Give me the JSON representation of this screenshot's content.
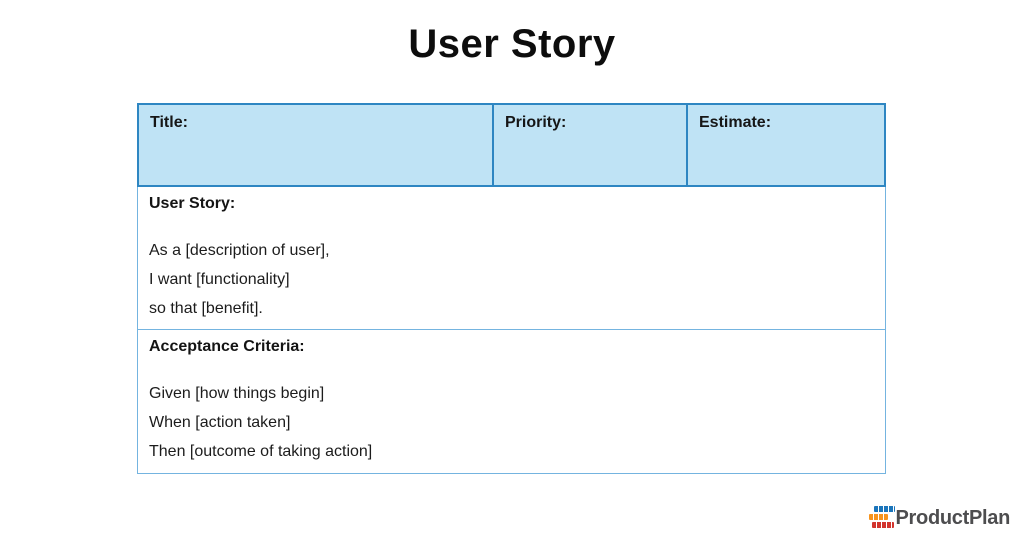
{
  "page": {
    "title": "User Story"
  },
  "table": {
    "header": {
      "columns": [
        {
          "label": "Title:"
        },
        {
          "label": "Priority:"
        },
        {
          "label": "Estimate:"
        }
      ]
    },
    "user_story": {
      "label": "User Story:",
      "lines": [
        "As a [description of user],",
        "I want [functionality]",
        "so that [benefit]."
      ]
    },
    "acceptance": {
      "label": "Acceptance Criteria:",
      "lines": [
        "Given [how things begin]",
        "When [action taken]",
        "Then [outcome of taking action]"
      ]
    }
  },
  "logo": {
    "text": "ProductPlan"
  },
  "colors": {
    "title_color": "#0d0d0d",
    "header_fill": "#bfe3f5",
    "header_border": "#2e86c2",
    "body_border": "#74b4e0",
    "logo_blue": "#1b75bb",
    "logo_orange": "#f7941e",
    "logo_red": "#d2342e",
    "logo_text": "#4d4d4f"
  }
}
